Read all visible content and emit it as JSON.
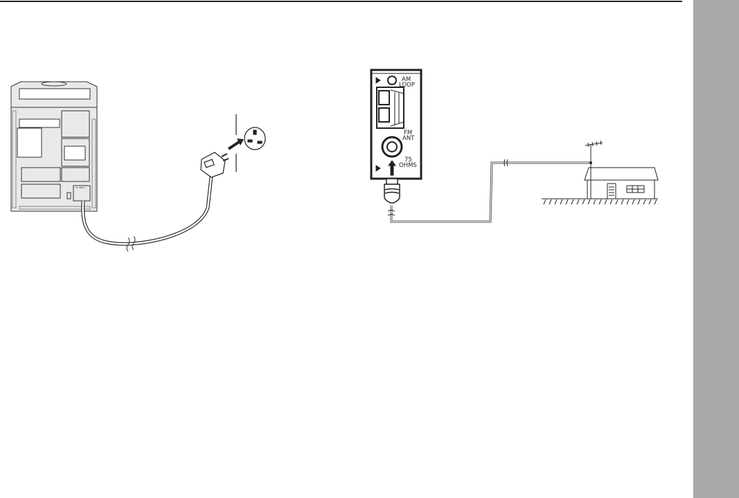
{
  "stereo_back": {
    "ac_input_label": "AC INPUT"
  },
  "antenna_panel": {
    "am_label_1": "AM",
    "am_label_2": "LOOP",
    "fm_label_1": "FM",
    "fm_label_2": "ANT",
    "ohms_label_1": "75",
    "ohms_label_2": "OHMS"
  },
  "colors": {
    "side_tab": "#a8a8a8",
    "rule": "#222222"
  }
}
